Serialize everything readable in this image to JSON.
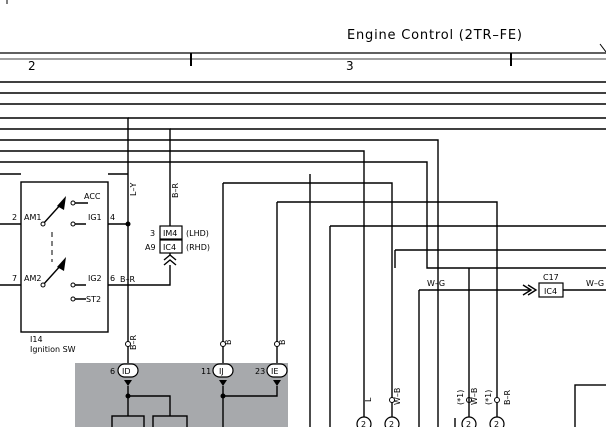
{
  "header": {
    "title": "Engine Control (2TR–FE)",
    "column_left": "2",
    "column_right": "3"
  },
  "switch": {
    "id": "I14",
    "name": "Ignition SW",
    "terminals": {
      "am1": "AM1",
      "acc": "ACC",
      "ig1": "IG1",
      "am2": "AM2",
      "ig2": "IG2",
      "st2": "ST2"
    },
    "pins": {
      "am1": "2",
      "ig1": "4",
      "am2": "7",
      "ig2": "6"
    }
  },
  "wire_colors": {
    "ly": "L–Y",
    "br_top": "B–R",
    "br_mid": "B–R",
    "wg": "W–G",
    "wg_right": "W–G",
    "br_id": "B–R",
    "b_ij": "B",
    "b_ie": "B",
    "l_bottom": "L",
    "wb_a": "W–B",
    "pl_a": "(*1)",
    "wb_b": "W–B",
    "pl_b": "(*1)",
    "br_bottom": "B–R"
  },
  "connectors": {
    "im4": {
      "pin": "3",
      "code": "IM4",
      "variant": "(LHD)"
    },
    "ic4": {
      "pin": "A9",
      "code": "IC4",
      "variant": "(RHD)"
    },
    "c17": {
      "code": "C17",
      "label": "IC4"
    }
  },
  "junctions": [
    {
      "pin": "6",
      "code": "ID"
    },
    {
      "pin": "11",
      "code": "IJ"
    },
    {
      "pin": "23",
      "code": "IE"
    }
  ],
  "bottom_pins": [
    "2",
    "2",
    "2",
    "2"
  ]
}
